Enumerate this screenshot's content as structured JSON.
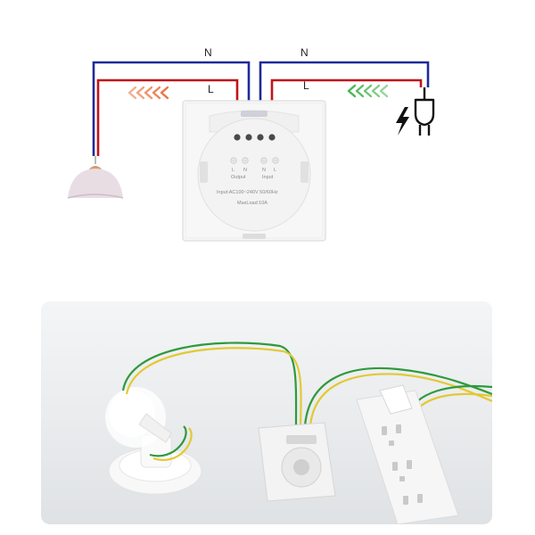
{
  "wiring_diagram": {
    "wire_labels": {
      "neutral_left": "N",
      "neutral_right": "N",
      "live_left": "L",
      "live_right": "L"
    },
    "switch": {
      "terminal_labels": [
        "L",
        "N",
        "N",
        "L"
      ],
      "output_label": "Output",
      "input_label": "Input",
      "spec_line_1": "Input:AC100~240V  50/60Hz",
      "spec_line_2": "MaxLoad:10A"
    },
    "colors": {
      "neutral_wire": "#1f2a9a",
      "live_wire": "#c0141a",
      "arrows_load": "#e8703a",
      "arrows_supply": "#3fb24a",
      "lamp_shade": "#e9dde4",
      "lamp_cap": "#d99a6a"
    },
    "icons": {
      "load": "pendant-lamp-icon",
      "supply": "power-plug-icon",
      "power": "lightning-bolt-icon"
    }
  },
  "photo": {
    "description_icons": [
      "light-bulb",
      "smart-switch",
      "power-strip"
    ],
    "colors": {
      "wire_green": "#2f9a3c",
      "wire_yellow": "#e1c935"
    }
  }
}
